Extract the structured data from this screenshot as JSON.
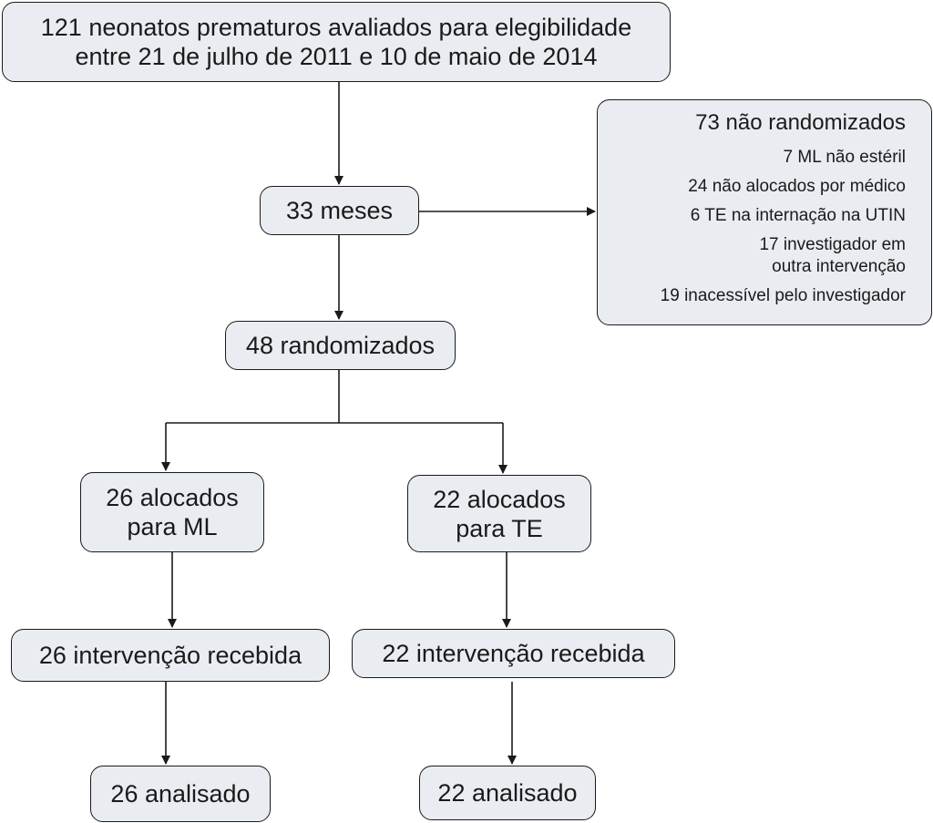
{
  "colors": {
    "box_fill": "#e9edf1",
    "box_border": "#1a1a1a",
    "line": "#1a1a1a",
    "text": "#1a1a1a",
    "background": "#ffffff"
  },
  "nodes": {
    "assessed": {
      "lines": [
        "121 neonatos prematuros avaliados para elegibilidade",
        "entre 21 de julho de 2011 e 10 de maio de 2014"
      ]
    },
    "months": {
      "text": "33 meses"
    },
    "excluded": {
      "title": "73 não randomizados",
      "reasons": [
        {
          "lines": [
            "7 ML não estéril"
          ]
        },
        {
          "lines": [
            "24 não alocados por médico"
          ]
        },
        {
          "lines": [
            "6 TE na internação na UTIN"
          ]
        },
        {
          "lines": [
            "17 investigador em",
            "outra intervenção"
          ]
        },
        {
          "lines": [
            "19 inacessível pelo investigador"
          ]
        }
      ]
    },
    "randomized": {
      "text": "48 randomizados"
    },
    "alloc_ml": {
      "lines": [
        "26 alocados",
        "para ML"
      ]
    },
    "alloc_te": {
      "lines": [
        "22 alocados",
        "para TE"
      ]
    },
    "interv_ml": {
      "text": "26 intervenção recebida"
    },
    "interv_te": {
      "text": "22 intervenção recebida"
    },
    "analyzed_ml": {
      "text": "26 analisado"
    },
    "analyzed_te": {
      "text": "22 analisado"
    }
  }
}
